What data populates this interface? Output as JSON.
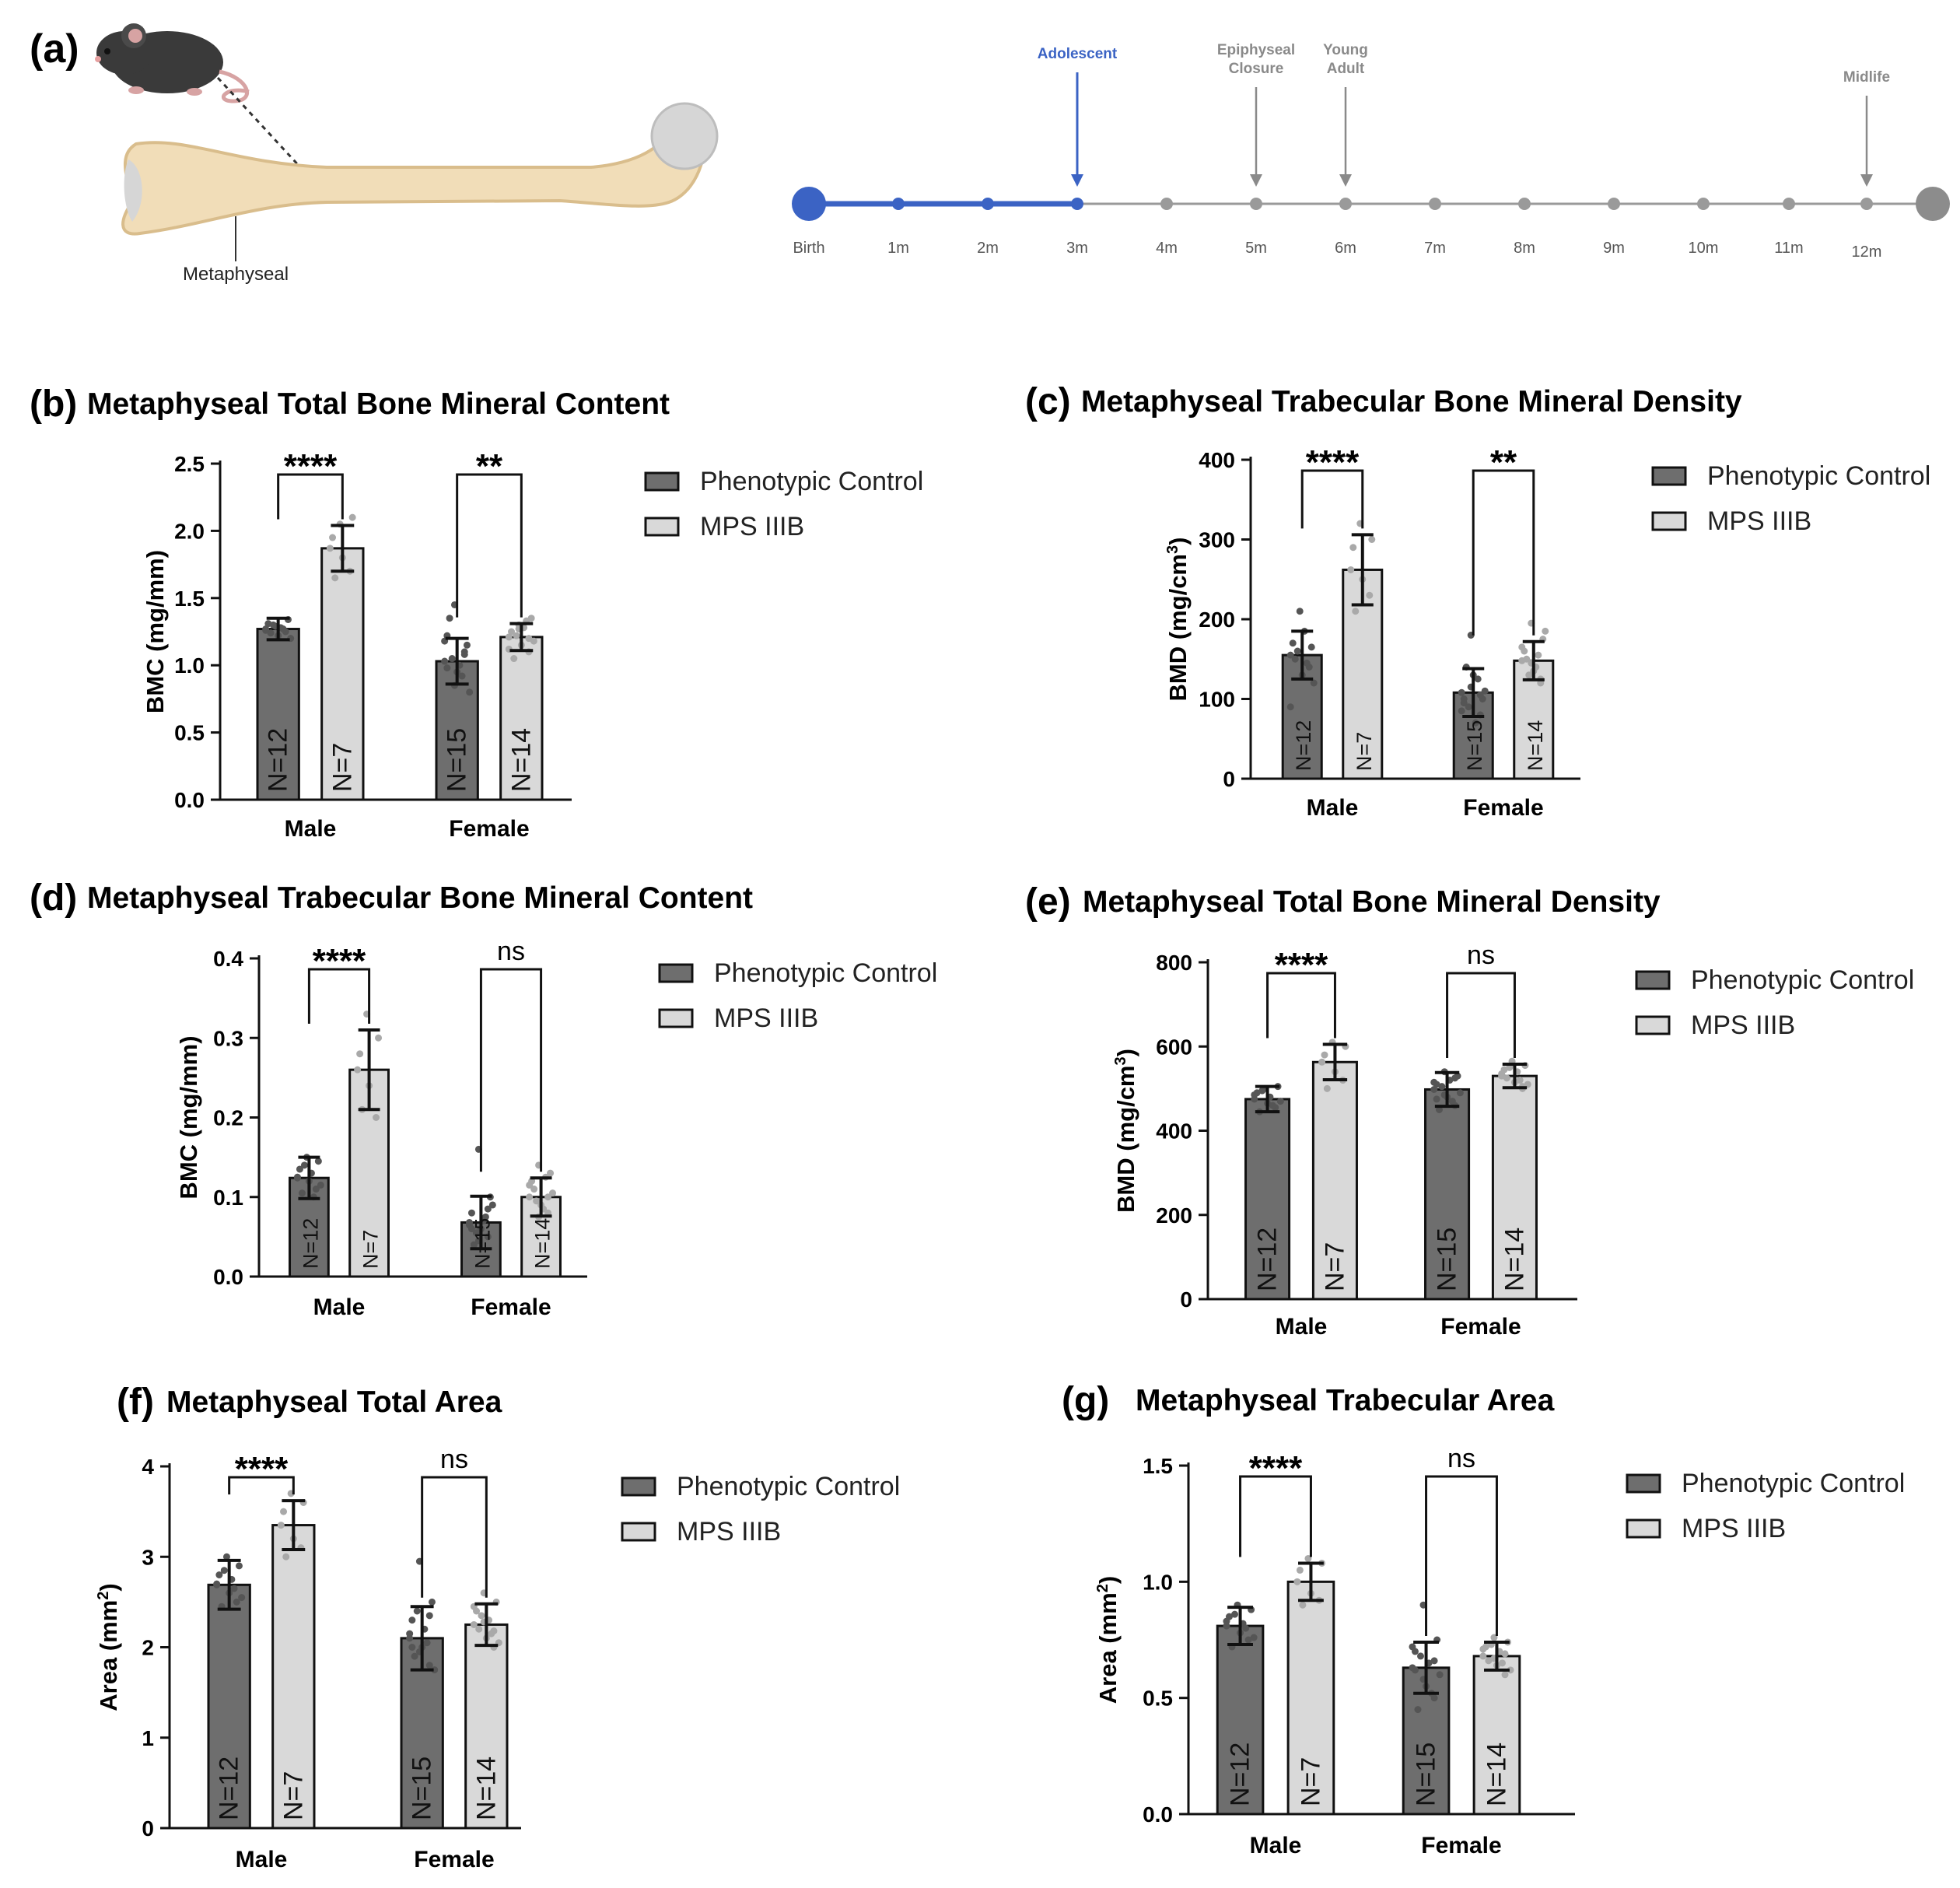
{
  "panel_a": {
    "letter": "(a)",
    "bone_label": "Metaphyseal",
    "timeline": {
      "ticks": [
        "Birth",
        "1m",
        "2m",
        "3m",
        "4m",
        "5m",
        "6m",
        "7m",
        "8m",
        "9m",
        "10m",
        "11m",
        "12m"
      ],
      "events": [
        {
          "label_lines": [
            "Adolescent"
          ],
          "at_tick": 3,
          "highlight": true
        },
        {
          "label_lines": [
            "Epiphyseal",
            "Closure"
          ],
          "at_tick": 5,
          "highlight": false
        },
        {
          "label_lines": [
            "Young",
            "Adult"
          ],
          "at_tick": 6,
          "highlight": false
        },
        {
          "label_lines": [
            "Midlife"
          ],
          "at_tick": 12,
          "highlight": false
        }
      ],
      "progress_until_tick": 3,
      "colors": {
        "progress": "#3b63c4",
        "rest": "#9a9a9a",
        "end": "#8c8c8c"
      }
    }
  },
  "chart_data": [
    {
      "id": "b",
      "letter": "(b)",
      "type": "bar",
      "title": "Metaphyseal Total Bone Mineral Content",
      "ylabel": "BMC (mg/mm)",
      "ylabel_sup": "",
      "ylabel_tail": "",
      "ylim": [
        0,
        2.5
      ],
      "yticks": [
        "0.0",
        "0.5",
        "1.0",
        "1.5",
        "2.0",
        "2.5"
      ],
      "categories": [
        "Male",
        "Female"
      ],
      "series": [
        {
          "name": "Phenotypic Control",
          "values": [
            1.27,
            1.03
          ],
          "errors": [
            0.08,
            0.17
          ],
          "n": [
            "N=12",
            "N=15"
          ]
        },
        {
          "name": "MPS IIIB",
          "values": [
            1.87,
            1.21
          ],
          "errors": [
            0.17,
            0.1
          ],
          "n": [
            "N=7",
            "N=14"
          ]
        }
      ],
      "significance": [
        "****",
        "**"
      ],
      "points": [
        [
          [
            1.27,
            1.29,
            1.25,
            1.31,
            1.22,
            1.34,
            1.24,
            1.28,
            1.2,
            1.3,
            1.27,
            1.26
          ],
          [
            1.03,
            0.85,
            1.1,
            1.22,
            0.95,
            1.15,
            1.35,
            1.0,
            0.8,
            1.05,
            0.92,
            1.18,
            1.45,
            1.08,
            0.98
          ]
        ],
        [
          [
            1.87,
            2.05,
            1.7,
            1.95,
            1.8,
            2.1,
            1.65
          ],
          [
            1.21,
            1.3,
            1.1,
            1.25,
            1.15,
            1.35,
            1.05,
            1.28,
            1.18,
            1.22,
            1.33,
            1.12,
            1.27,
            1.2
          ]
        ]
      ],
      "colors": {
        "control": "#6e6e6e",
        "mps": "#d9d9d9"
      },
      "legend_position": "right"
    },
    {
      "id": "c",
      "letter": "(c)",
      "type": "bar",
      "title": "Metaphyseal Trabecular Bone Mineral Density",
      "ylabel": "BMD (mg/cm",
      "ylabel_sup": "3",
      "ylabel_tail": ")",
      "ylim": [
        0,
        400
      ],
      "yticks": [
        "0",
        "100",
        "200",
        "300",
        "400"
      ],
      "categories": [
        "Male",
        "Female"
      ],
      "series": [
        {
          "name": "Phenotypic Control",
          "values": [
            155,
            108
          ],
          "errors": [
            30,
            30
          ],
          "n": [
            "N=12",
            "N=15"
          ]
        },
        {
          "name": "MPS IIIB",
          "values": [
            262,
            148
          ],
          "errors": [
            44,
            24
          ],
          "n": [
            "N=7",
            "N=14"
          ]
        }
      ],
      "significance": [
        "****",
        "**"
      ],
      "points": [
        [
          [
            155,
            210,
            140,
            170,
            130,
            165,
            150,
            185,
            120,
            160,
            145,
            90
          ],
          [
            108,
            180,
            80,
            95,
            130,
            100,
            140,
            70,
            110,
            90,
            125,
            85,
            115,
            105,
            100
          ]
        ],
        [
          [
            262,
            320,
            230,
            290,
            250,
            300,
            210
          ],
          [
            148,
            195,
            120,
            160,
            135,
            175,
            150,
            140,
            185,
            130,
            155,
            165,
            145,
            125
          ]
        ]
      ],
      "colors": {
        "control": "#6e6e6e",
        "mps": "#d9d9d9"
      },
      "legend_position": "right"
    },
    {
      "id": "d",
      "letter": "(d)",
      "type": "bar",
      "title": "Metaphyseal Trabecular Bone Mineral Content",
      "ylabel": "BMC (mg/mm)",
      "ylabel_sup": "",
      "ylabel_tail": "",
      "ylim": [
        0,
        0.4
      ],
      "yticks": [
        "0.0",
        "0.1",
        "0.2",
        "0.3",
        "0.4"
      ],
      "categories": [
        "Male",
        "Female"
      ],
      "series": [
        {
          "name": "Phenotypic Control",
          "values": [
            0.124,
            0.068
          ],
          "errors": [
            0.026,
            0.033
          ],
          "n": [
            "N=12",
            "N=15"
          ]
        },
        {
          "name": "MPS IIIB",
          "values": [
            0.26,
            0.1
          ],
          "errors": [
            0.05,
            0.024
          ],
          "n": [
            "N=7",
            "N=14"
          ]
        }
      ],
      "significance": [
        "****",
        "ns"
      ],
      "points": [
        [
          [
            0.124,
            0.15,
            0.11,
            0.135,
            0.12,
            0.145,
            0.105,
            0.13,
            0.115,
            0.14,
            0.1,
            0.125
          ],
          [
            0.068,
            0.16,
            0.05,
            0.08,
            0.06,
            0.1,
            0.04,
            0.07,
            0.09,
            0.055,
            0.075,
            0.065,
            0.045,
            0.085,
            0.06
          ]
        ],
        [
          [
            0.26,
            0.33,
            0.2,
            0.28,
            0.24,
            0.3,
            0.21
          ],
          [
            0.1,
            0.14,
            0.08,
            0.12,
            0.09,
            0.13,
            0.11,
            0.085,
            0.105,
            0.095,
            0.125,
            0.115,
            0.075,
            0.1
          ]
        ]
      ],
      "colors": {
        "control": "#6e6e6e",
        "mps": "#d9d9d9"
      },
      "legend_position": "right"
    },
    {
      "id": "e",
      "letter": "(e)",
      "type": "bar",
      "title": "Metaphyseal Total Bone Mineral Density",
      "ylabel": "BMD (mg/cm",
      "ylabel_sup": "3",
      "ylabel_tail": ")",
      "ylim": [
        0,
        800
      ],
      "yticks": [
        "0",
        "200",
        "400",
        "600",
        "800"
      ],
      "categories": [
        "Male",
        "Female"
      ],
      "series": [
        {
          "name": "Phenotypic Control",
          "values": [
            475,
            498
          ],
          "errors": [
            30,
            40
          ],
          "n": [
            "N=12",
            "N=15"
          ]
        },
        {
          "name": "MPS IIIB",
          "values": [
            563,
            530
          ],
          "errors": [
            42,
            28
          ],
          "n": [
            "N=7",
            "N=14"
          ]
        }
      ],
      "significance": [
        "****",
        "ns"
      ],
      "points": [
        [
          [
            475,
            500,
            455,
            490,
            465,
            505,
            445,
            480,
            470,
            495,
            460,
            485
          ],
          [
            498,
            540,
            460,
            510,
            480,
            530,
            450,
            520,
            490,
            505,
            470,
            515,
            485,
            525,
            475
          ]
        ],
        [
          [
            563,
            610,
            520,
            580,
            540,
            600,
            500
          ],
          [
            530,
            565,
            500,
            545,
            515,
            555,
            525,
            540,
            510,
            550,
            520,
            535,
            560,
            505
          ]
        ]
      ],
      "colors": {
        "control": "#6e6e6e",
        "mps": "#d9d9d9"
      },
      "legend_position": "right"
    },
    {
      "id": "f",
      "letter": "(f)",
      "type": "bar",
      "title": "Metaphyseal Total Area",
      "ylabel": "Area (mm",
      "ylabel_sup": "2",
      "ylabel_tail": ")",
      "ylim": [
        0,
        4
      ],
      "yticks": [
        "0",
        "1",
        "2",
        "3",
        "4"
      ],
      "categories": [
        "Male",
        "Female"
      ],
      "series": [
        {
          "name": "Phenotypic Control",
          "values": [
            2.69,
            2.1
          ],
          "errors": [
            0.27,
            0.35
          ],
          "n": [
            "N=12",
            "N=15"
          ]
        },
        {
          "name": "MPS IIIB",
          "values": [
            3.35,
            2.25
          ],
          "errors": [
            0.27,
            0.23
          ],
          "n": [
            "N=7",
            "N=14"
          ]
        }
      ],
      "significance": [
        "****",
        "ns"
      ],
      "points": [
        [
          [
            2.69,
            3.0,
            2.5,
            2.8,
            2.6,
            2.9,
            2.45,
            2.75,
            2.55,
            2.85,
            2.65,
            2.7
          ],
          [
            2.1,
            2.95,
            1.8,
            2.3,
            2.0,
            2.5,
            1.9,
            2.2,
            1.75,
            2.4,
            2.05,
            2.15,
            1.95,
            2.35,
            2.0
          ]
        ],
        [
          [
            3.35,
            3.7,
            3.1,
            3.5,
            3.2,
            3.6,
            3.0
          ],
          [
            2.25,
            2.6,
            2.0,
            2.4,
            2.1,
            2.5,
            2.2,
            2.3,
            2.05,
            2.35,
            2.15,
            2.45,
            2.28,
            2.18
          ]
        ]
      ],
      "colors": {
        "control": "#6e6e6e",
        "mps": "#d9d9d9"
      },
      "legend_position": "right"
    },
    {
      "id": "g",
      "letter": "(g)",
      "type": "bar",
      "title": "Metaphyseal Trabecular Area",
      "ylabel": "Area (mm",
      "ylabel_sup": "2",
      "ylabel_tail": ")",
      "ylim": [
        0,
        1.5
      ],
      "yticks": [
        "0.0",
        "0.5",
        "1.0",
        "1.5"
      ],
      "categories": [
        "Male",
        "Female"
      ],
      "series": [
        {
          "name": "Phenotypic Control",
          "values": [
            0.81,
            0.63
          ],
          "errors": [
            0.08,
            0.11
          ],
          "n": [
            "N=12",
            "N=15"
          ]
        },
        {
          "name": "MPS IIIB",
          "values": [
            1.0,
            0.68
          ],
          "errors": [
            0.08,
            0.06
          ],
          "n": [
            "N=7",
            "N=14"
          ]
        }
      ],
      "significance": [
        "****",
        "ns"
      ],
      "points": [
        [
          [
            0.81,
            0.9,
            0.75,
            0.85,
            0.78,
            0.88,
            0.72,
            0.82,
            0.76,
            0.86,
            0.8,
            0.83
          ],
          [
            0.63,
            0.9,
            0.5,
            0.7,
            0.55,
            0.75,
            0.45,
            0.65,
            0.6,
            0.68,
            0.52,
            0.72,
            0.58,
            0.66,
            0.62
          ]
        ],
        [
          [
            1.0,
            1.1,
            0.92,
            1.05,
            0.95,
            1.08,
            0.9
          ],
          [
            0.68,
            0.76,
            0.6,
            0.72,
            0.64,
            0.74,
            0.66,
            0.7,
            0.62,
            0.73,
            0.65,
            0.71,
            0.67,
            0.69
          ]
        ]
      ],
      "colors": {
        "control": "#6e6e6e",
        "mps": "#d9d9d9"
      },
      "legend_position": "right"
    }
  ]
}
